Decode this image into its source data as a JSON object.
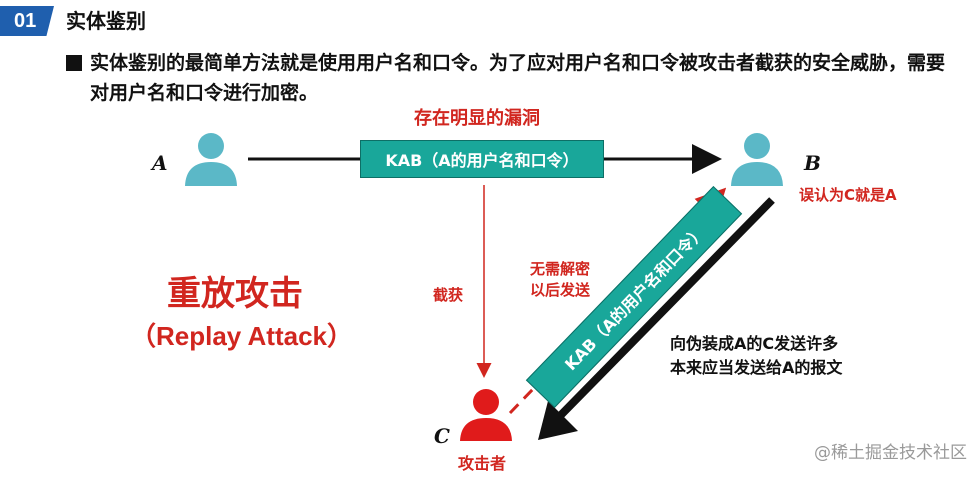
{
  "section": {
    "number": "01",
    "title": "实体鉴别"
  },
  "paragraph": "实体鉴别的最简单方法就是使用用户名和口令。为了应对用户名和口令被攻击者截获的安全威胁，需要对用户名和口令进行加密。",
  "diagram": {
    "flaw_label": "存在明显的漏洞",
    "node_a": "A",
    "node_b": "B",
    "node_c": "C",
    "message": "KAB（A的用户名和口令）",
    "misidentify": "误认为C就是A",
    "intercept": "截获",
    "no_decrypt_line1": "无需解密",
    "no_decrypt_line2": "以后发送",
    "forge_line1": "向伪装成A的C发送许多",
    "forge_line2": "本来应当发送给A的报文",
    "attacker": "攻击者",
    "replay_title": "重放攻击",
    "replay_subtitle": "（Replay Attack）"
  },
  "watermark": "@稀土掘金技术社区",
  "colors": {
    "accent_blue": "#1f5fae",
    "red": "#d1261f",
    "teal": "#19a79a",
    "person_teal": "#5bb8c7",
    "person_red": "#e01b1b"
  }
}
